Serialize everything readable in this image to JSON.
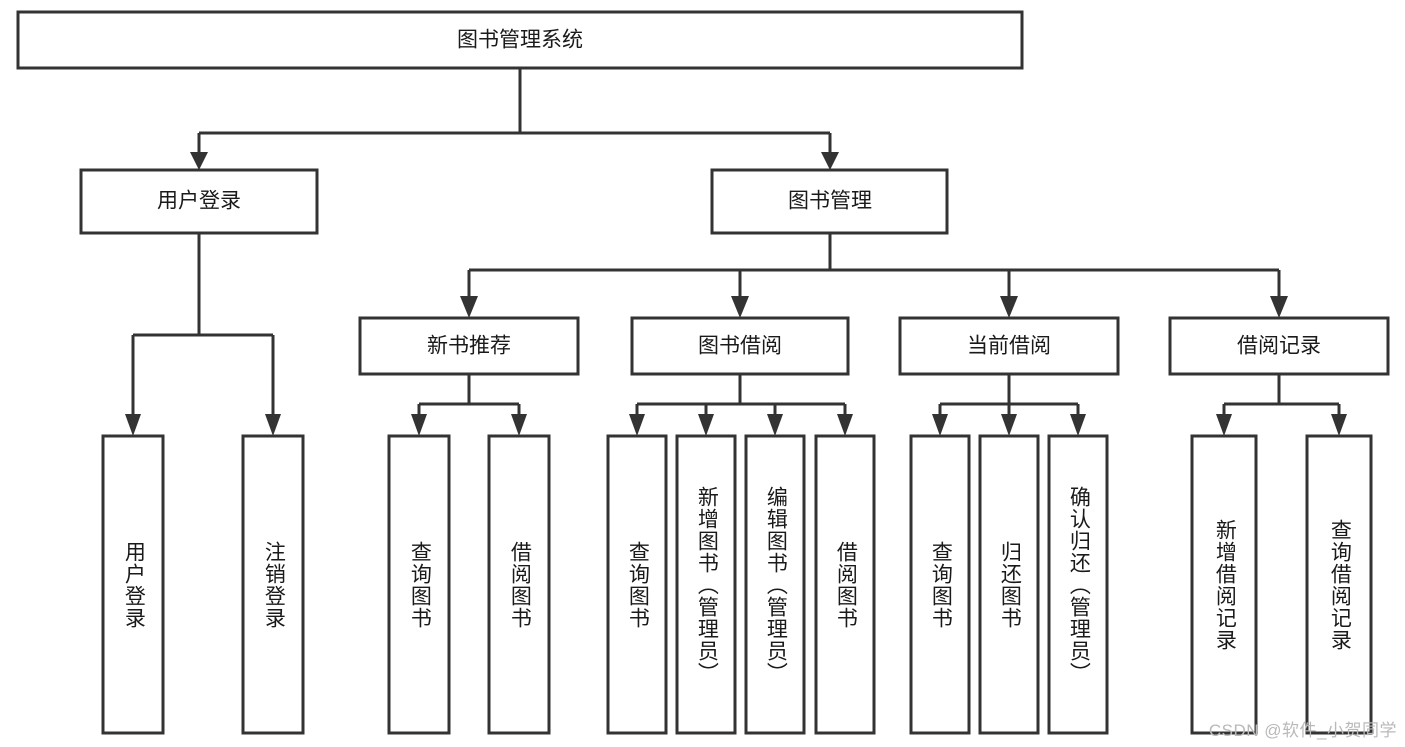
{
  "diagram": {
    "title": "图书管理系统",
    "type": "tree-hierarchy",
    "orientation": "top-down",
    "root": {
      "id": "root",
      "label": "图书管理系统"
    },
    "level2": [
      {
        "id": "user-login",
        "label": "用户登录"
      },
      {
        "id": "book-manage",
        "label": "图书管理"
      }
    ],
    "level3": [
      {
        "id": "new-book-recommend",
        "label": "新书推荐",
        "parent": "book-manage"
      },
      {
        "id": "book-borrow",
        "label": "图书借阅",
        "parent": "book-manage"
      },
      {
        "id": "current-borrow",
        "label": "当前借阅",
        "parent": "book-manage"
      },
      {
        "id": "borrow-record",
        "label": "借阅记录",
        "parent": "book-manage"
      }
    ],
    "leaves": {
      "user_login": [
        {
          "id": "leaf-user-login",
          "label": "用户登录"
        },
        {
          "id": "leaf-user-logout",
          "label": "注销登录"
        }
      ],
      "new_book_recommend": [
        {
          "id": "leaf-query-book-1",
          "label": "查询图书"
        },
        {
          "id": "leaf-borrow-book-1",
          "label": "借阅图书"
        }
      ],
      "book_borrow": [
        {
          "id": "leaf-query-book-2",
          "label": "查询图书"
        },
        {
          "id": "leaf-add-book",
          "label": "新增图书（管理员）"
        },
        {
          "id": "leaf-edit-book",
          "label": "编辑图书（管理员）"
        },
        {
          "id": "leaf-borrow-book-2",
          "label": "借阅图书"
        }
      ],
      "current_borrow": [
        {
          "id": "leaf-query-book-3",
          "label": "查询图书"
        },
        {
          "id": "leaf-return-book",
          "label": "归还图书"
        },
        {
          "id": "leaf-confirm-return",
          "label": "确认归还（管理员）"
        }
      ],
      "borrow_record": [
        {
          "id": "leaf-add-record",
          "label": "新增借阅记录"
        },
        {
          "id": "leaf-query-record",
          "label": "查询借阅记录"
        }
      ]
    }
  },
  "watermark": {
    "text": "CSDN @软件_小贺同学"
  },
  "colors": {
    "stroke": "#333333",
    "fill": "#ffffff",
    "text": "#1a1a1a",
    "watermark": "#b9b9b9",
    "background": "#ffffff"
  }
}
